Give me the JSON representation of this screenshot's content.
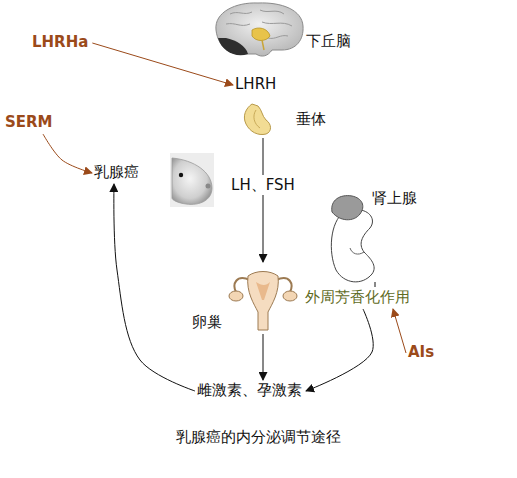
{
  "diagram": {
    "caption": "乳腺癌的内分泌调节途径",
    "nodes": [
      {
        "text": [
          "LHRHa"
        ]
      },
      {
        "text": [
          "下丘脑"
        ]
      },
      {
        "text": [
          "LHRH"
        ]
      },
      {
        "text": [
          "SERM"
        ]
      },
      {
        "text": [
          "垂体"
        ]
      },
      {
        "text": [
          "乳腺癌"
        ]
      },
      {
        "text": [
          "肾上腺"
        ]
      },
      {
        "text": [
          "外周芳香化作用"
        ]
      },
      {
        "text": [
          "卵巢"
        ]
      },
      {
        "text": [
          "AIs"
        ]
      },
      {
        "text": [
          "雌激素、孕激素"
        ]
      }
    ],
    "edges": [
      {
        "from": 0,
        "to": 2,
        "arrow": "to"
      },
      {
        "from": 4,
        "to": 8,
        "label": "LH、FSH",
        "arrow": "to"
      },
      {
        "from": 8,
        "to": 10,
        "arrow": "to"
      },
      {
        "from": 10,
        "to": 5,
        "arrow": "to"
      },
      {
        "from": 3,
        "to": 5,
        "arrow": "to"
      },
      {
        "from": 6,
        "to": 7,
        "arrow": "none"
      },
      {
        "from": 7,
        "to": 10,
        "arrow": "to"
      },
      {
        "from": 9,
        "to": 7,
        "arrow": "to"
      }
    ]
  }
}
